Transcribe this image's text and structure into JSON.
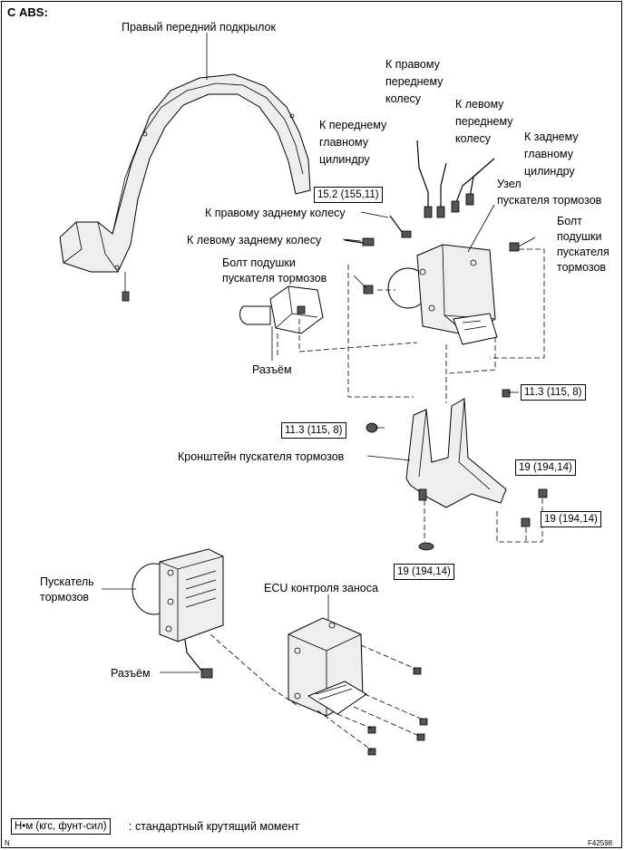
{
  "header": {
    "title": "С ABS:"
  },
  "labels": {
    "fender_liner": "Правый передний подкрылок",
    "to_right_front_wheel": [
      "К правому",
      "переднему",
      "колесу"
    ],
    "to_left_front_wheel": [
      "К левому",
      "переднему",
      "колесу"
    ],
    "to_front_master_cyl": [
      "К переднему",
      "главному",
      "цилиндру"
    ],
    "to_rear_master_cyl": [
      "К заднему",
      "главному",
      "цилиндру"
    ],
    "actuator_assembly": [
      "Узел",
      "пускателя тормозов"
    ],
    "to_right_rear_wheel": "К правому заднему колесу",
    "to_left_rear_wheel": "К левому заднему колесу",
    "cushion_bolt_right": [
      "Болт",
      "подушки",
      "пускателя",
      "тормозов"
    ],
    "cushion_bolt_left": [
      "Болт подушки",
      "пускателя тормозов"
    ],
    "connector_top": "Разъём",
    "actuator_bracket": "Кронштейн пускателя тормозов",
    "actuator": [
      "Пускатель",
      "тормозов"
    ],
    "ecu": "ECU контроля заноса",
    "connector_bottom": "Разъём"
  },
  "torques": {
    "t1": "15.2 (155,11)",
    "t2": "11.3 (115, 8)",
    "t3": "11.3 (115, 8)",
    "t4": "19 (194,14)",
    "t5": "19 (194,14)",
    "t6": "19 (194,14)"
  },
  "legend": {
    "box": "Н•м (кгс, фунт-сил)",
    "text": ":  стандартный крутящий момент"
  },
  "footer": {
    "left": "N",
    "right": "F42598"
  }
}
